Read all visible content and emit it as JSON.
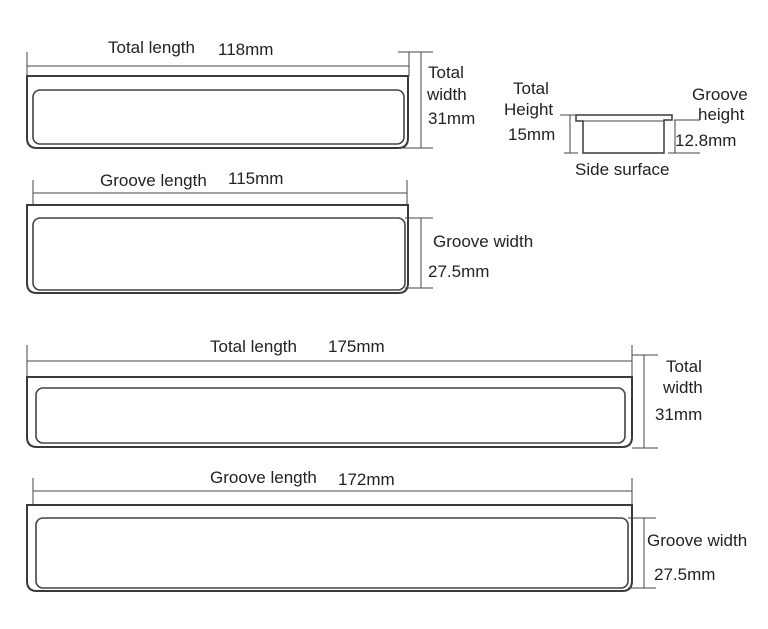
{
  "diagrams": [
    {
      "length_label": "Total length",
      "length_value": "118mm",
      "side_label_1": "Total",
      "side_label_2": "width",
      "side_value": "31mm"
    },
    {
      "length_label": "Groove length",
      "length_value": "115mm",
      "side_label_1": "Groove width",
      "side_value": "27.5mm"
    },
    {
      "length_label": "Total length",
      "length_value": "175mm",
      "side_label_1": "Total",
      "side_label_2": "width",
      "side_value": "31mm"
    },
    {
      "length_label": "Groove length",
      "length_value": "172mm",
      "side_label_1": "Groove width",
      "side_value": "27.5mm"
    }
  ],
  "side_profile": {
    "total_height_label_1": "Total",
    "total_height_label_2": "Height",
    "total_height_value": "15mm",
    "groove_height_label_1": "Groove",
    "groove_height_label_2": "height",
    "groove_height_value": "12.8mm",
    "caption": "Side surface"
  }
}
